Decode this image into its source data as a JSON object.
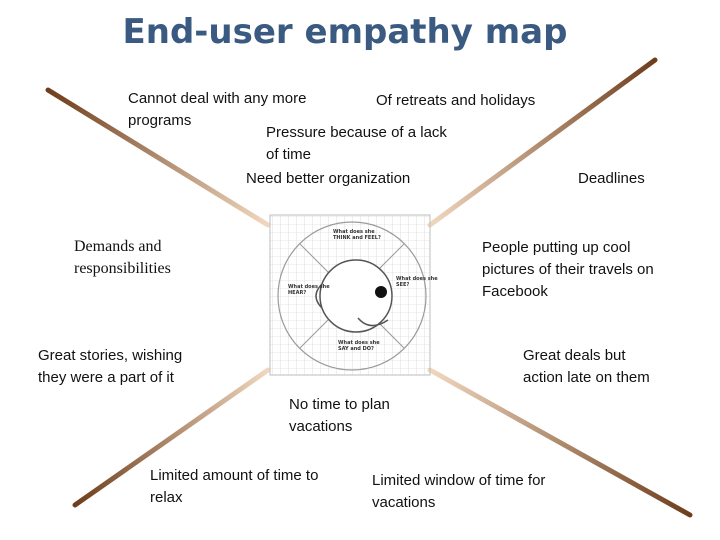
{
  "title": "End-user empathy map",
  "quadrant_labels": {
    "think_feel": "What does she\nTHINK and FEEL?",
    "hear": "What does she\nHEAR?",
    "see": "What does she\nSEE?",
    "say_do": "What does she\nSAY and DO?"
  },
  "notes": {
    "cannot_deal": "Cannot deal with any more\nprograms",
    "retreats": "Of retreats and holidays",
    "pressure": "Pressure because of a lack\nof time",
    "organization": "Need better organization",
    "deadlines": "Deadlines",
    "demands": "Demands and\nresponsibilities",
    "people_pictures": "People putting up cool\npictures of their travels on\nFacebook",
    "great_stories": "Great stories, wishing\nthey were a part of it",
    "great_deals": "Great deals but\naction late on them",
    "no_time": "No time to plan\nvacations",
    "limited_relax": "Limited amount of time to\nrelax",
    "limited_window": "Limited window of time for\nvacations"
  },
  "colors": {
    "title": "#3b5a82",
    "arrow_light": "#f0d8bf",
    "arrow_dark": "#6e3d1c"
  }
}
